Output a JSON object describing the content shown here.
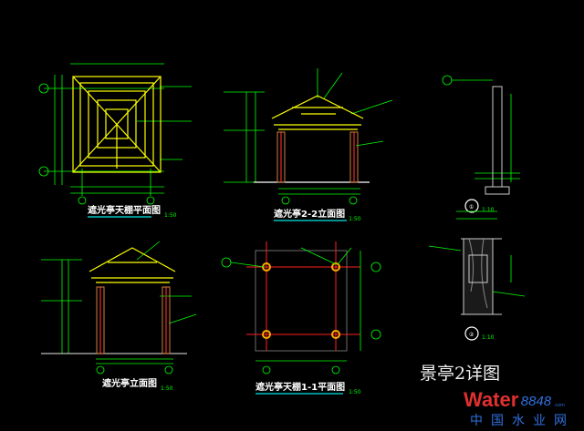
{
  "drawing": {
    "title": "景亭2详图",
    "views": [
      {
        "title": "遮光亭天棚平面图",
        "scale": "1:50"
      },
      {
        "title": "遮光亭2-2立面图",
        "scale": "1:50"
      },
      {
        "title": "遮光亭立面图",
        "scale": "1:50"
      },
      {
        "title": "遮光亭天棚1-1平面图",
        "scale": "1:50"
      },
      {
        "title": "①",
        "scale": "1:10"
      },
      {
        "title": "②",
        "scale": "1:10"
      }
    ]
  },
  "watermark": {
    "brand": "Water",
    "number": "8848",
    "suffix": ".com",
    "name": "中国水业网"
  },
  "colors": {
    "background": "#000000",
    "dims": "#00ff00",
    "timber": "#ffff00",
    "axis": "#ff0000"
  }
}
